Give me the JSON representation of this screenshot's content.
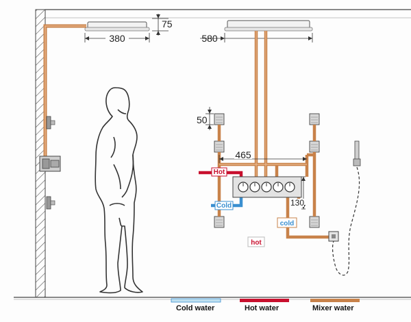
{
  "dimensions": {
    "ceiling_drop": "75",
    "rain_head_left_width": "380",
    "rain_head_right_width": "580",
    "body_jet_spacing": "50",
    "valve_width": "465",
    "valve_drop": "130"
  },
  "labels": {
    "hot_inlet": "Hot",
    "cold_inlet": "Cold",
    "cold_tag": "cold",
    "hot_tag": "hot"
  },
  "legend": {
    "cold": "Cold water",
    "hot": "Hot water",
    "mixer": "Mixer water"
  },
  "colors": {
    "cold": "#3a8fd0",
    "hot": "#c8102e",
    "mixer": "#c8824a"
  }
}
